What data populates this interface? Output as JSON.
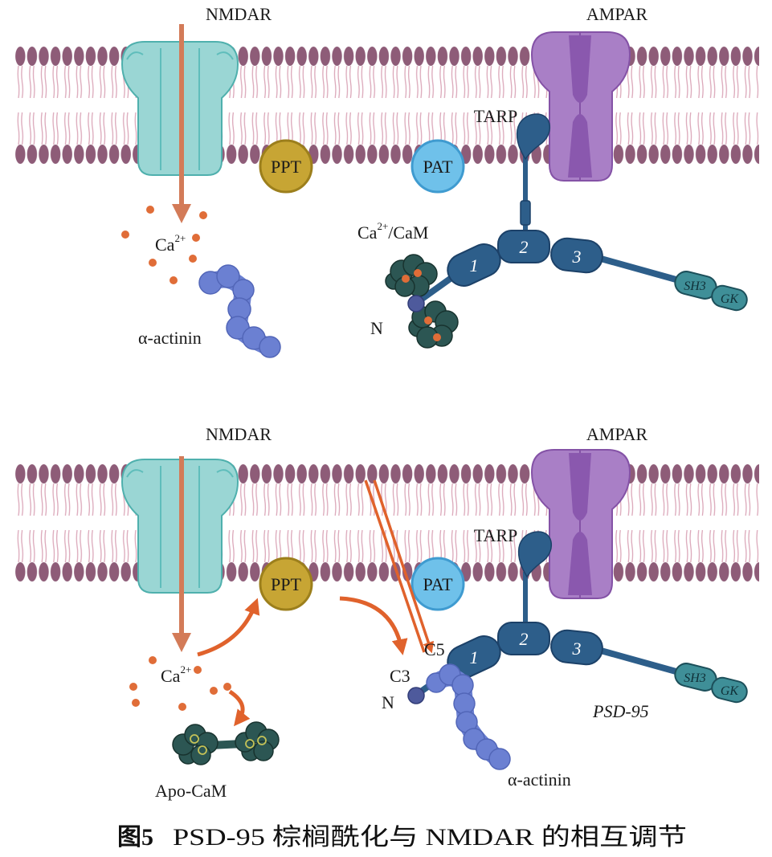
{
  "top_panel": {
    "nmdar_label": "NMDAR",
    "ampar_label": "AMPAR",
    "tarp_label": "TARP",
    "ppt_label": "PPT",
    "pat_label": "PAT",
    "calcium_label": {
      "base": "Ca",
      "sup": "2+"
    },
    "ca_cam_label": {
      "base": "Ca",
      "sup": "2+",
      "rest": "/CaM"
    },
    "n_terminus_label": "N",
    "alpha_actinin_label": "α-actinin",
    "psd95": {
      "domains": [
        "1",
        "2",
        "3"
      ],
      "sh3": "SH3",
      "gk": "GK"
    }
  },
  "bottom_panel": {
    "nmdar_label": "NMDAR",
    "ampar_label": "AMPAR",
    "tarp_label": "TARP",
    "ppt_label": "PPT",
    "pat_label": "PAT",
    "calcium_label": {
      "base": "Ca",
      "sup": "2+"
    },
    "c5_label": "C5",
    "c3_label": "C3",
    "n_terminus_label": "N",
    "psd95": {
      "name": "PSD-95",
      "domains": [
        "1",
        "2",
        "3"
      ],
      "sh3": "SH3",
      "gk": "GK"
    },
    "alpha_actinin_label": "α-actinin",
    "apo_cam_label": "Apo-CaM"
  },
  "caption": {
    "figure_label": "图5",
    "text": "PSD-95 棕榈酰化与 NMDAR 的相互调节"
  },
  "colors": {
    "lipid_head": "#8e5c78",
    "lipid_tail": "#dba7b9",
    "nmdar": "#9ad6d4",
    "ampar": "#a97fc6",
    "ppt": "#c7a534",
    "pat": "#6fc1ea",
    "psd95_domain": "#2d5e8a",
    "sh3_gk": "#3f8f98",
    "cam": "#2c5653",
    "alpha_actinin": "#6b80d2",
    "calcium": "#e06d38",
    "arrow": "#d37b58"
  }
}
